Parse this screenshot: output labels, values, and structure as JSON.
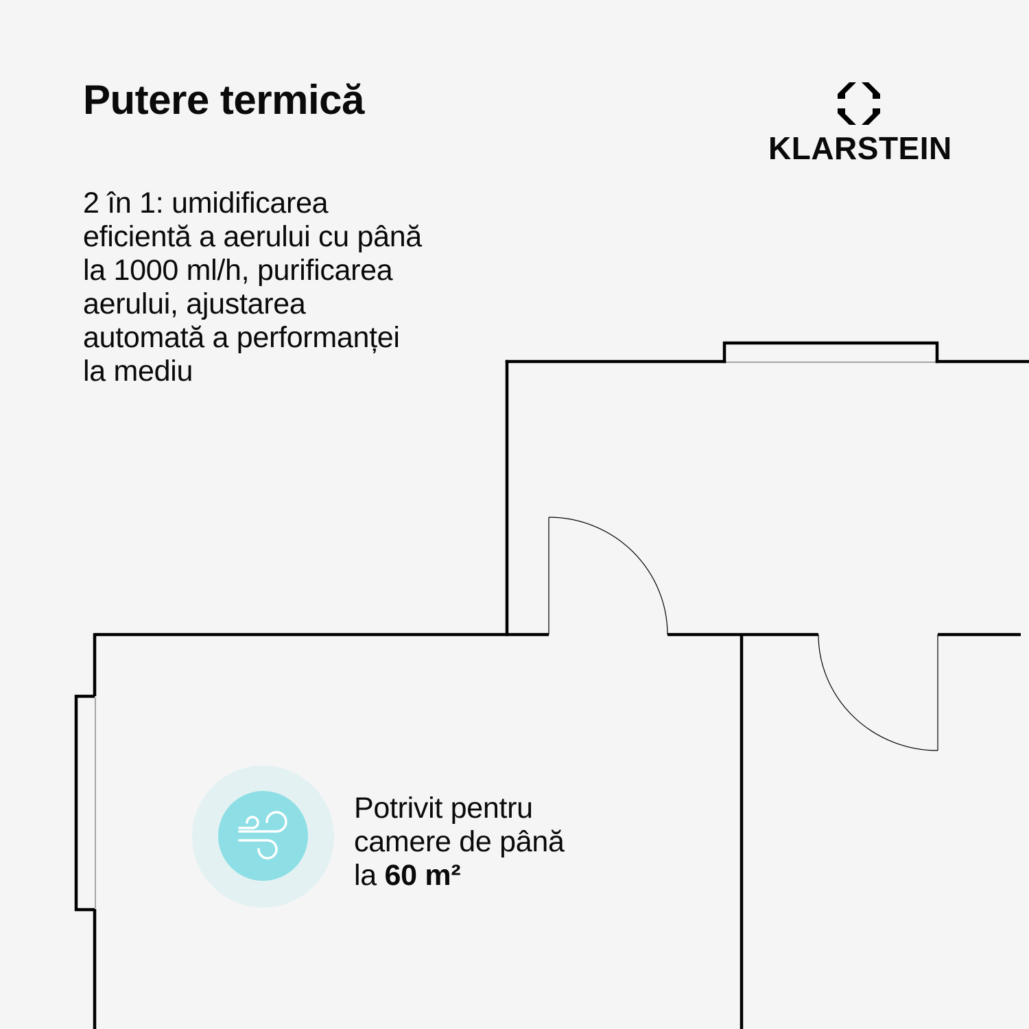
{
  "header": {
    "title": "Putere termică"
  },
  "brand": {
    "name": "KLARSTEIN",
    "logo_icon": "octagon-diamond-icon"
  },
  "description": {
    "lines": [
      "2 în 1: umidificarea",
      "eficientă a aerului cu până",
      "la 1000 ml/h, purificarea",
      "aerului, ajustarea",
      "automată a performanței",
      "la mediu"
    ]
  },
  "feature": {
    "icon": "wind-icon",
    "colors": {
      "inner_circle": "#8ddfe5",
      "outer_halo": "#e3f1f3",
      "icon": "#ffffff"
    },
    "line1": "Potrivit pentru",
    "line2": "camere de până",
    "line3_prefix": "la ",
    "line3_value": "60",
    "line3_unit": "m²"
  },
  "floorplan": {
    "wall_color": "#000000",
    "background": "#f5f5f5"
  }
}
